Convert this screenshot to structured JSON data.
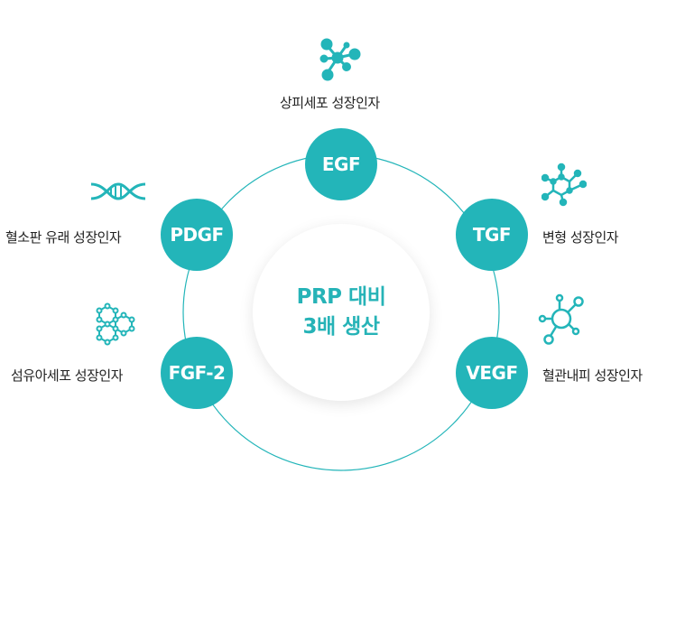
{
  "center": {
    "line1": "PRP 대비",
    "line2": "3배 생산"
  },
  "factors": [
    {
      "code": "EGF",
      "label": "상피세포 성장인자",
      "icon": "molecule-network-icon"
    },
    {
      "code": "TGF",
      "label": "변형 성장인자",
      "icon": "molecule-cluster-icon"
    },
    {
      "code": "VEGF",
      "label": "혈관내피 성장인자",
      "icon": "cell-node-icon"
    },
    {
      "code": "FGF-2",
      "label": "섬유아세포 성장인자",
      "icon": "hexagon-molecule-icon"
    },
    {
      "code": "PDGF",
      "label": "혈소판 유래 성장인자",
      "icon": "dna-icon"
    }
  ],
  "colors": {
    "accent": "#23b5b9",
    "text": "#222222"
  }
}
